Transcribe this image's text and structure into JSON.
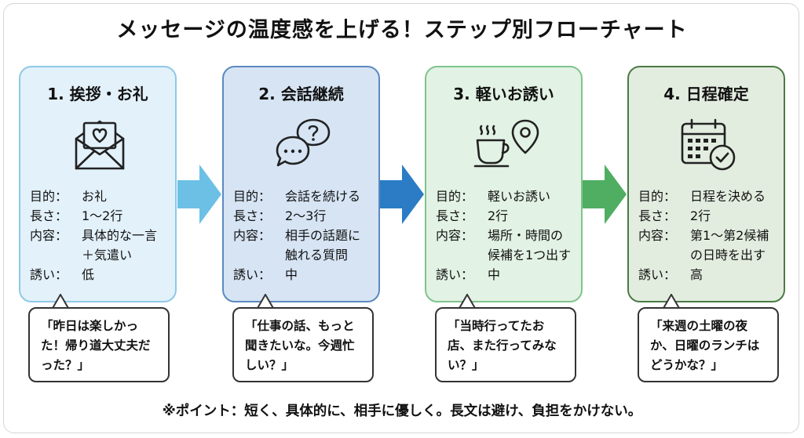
{
  "title": "メッセージの温度感を上げる！ステップ別フローチャート",
  "steps": [
    {
      "title": "1. 挨拶・お礼",
      "icon": "envelope-heart-icon",
      "rows": [
        {
          "label": "目的：",
          "value": "お礼"
        },
        {
          "label": "長さ：",
          "value": "1〜2行"
        },
        {
          "label": "内容：",
          "value": "具体的な一言\n＋気遣い"
        },
        {
          "label": "誘い：",
          "value": "低"
        }
      ],
      "example": "「昨日は楽しかった！帰り道大丈夫だった？」",
      "colors": {
        "fill": "#e3f1fa",
        "border": "#8ec9e6",
        "arrow": "#6cc0e6"
      }
    },
    {
      "title": "2. 会話継続",
      "icon": "speech-bubbles-icon",
      "rows": [
        {
          "label": "目的：",
          "value": "会話を続ける"
        },
        {
          "label": "長さ：",
          "value": "2〜3行"
        },
        {
          "label": "内容：",
          "value": "相手の話題に\n触れる質問"
        },
        {
          "label": "誘い：",
          "value": "中"
        }
      ],
      "example": "「仕事の話、もっと聞きたいな。今週忙しい？」",
      "colors": {
        "fill": "#d6e4f4",
        "border": "#5b89bf",
        "arrow": "#2b7cc4"
      }
    },
    {
      "title": "3. 軽いお誘い",
      "icon": "coffee-location-icon",
      "rows": [
        {
          "label": "目的：",
          "value": "軽いお誘い"
        },
        {
          "label": "長さ：",
          "value": "2行"
        },
        {
          "label": "内容：",
          "value": "場所・時間の\n候補を1つ出す"
        },
        {
          "label": "誘い：",
          "value": "中"
        }
      ],
      "example": "「当時行ってたお店、また行ってみない？」",
      "colors": {
        "fill": "#e2f2e4",
        "border": "#7fc48c",
        "arrow": "#4fae62"
      }
    },
    {
      "title": "4. 日程確定",
      "icon": "calendar-check-icon",
      "rows": [
        {
          "label": "目的：",
          "value": "日程を決める"
        },
        {
          "label": "長さ：",
          "value": "2行"
        },
        {
          "label": "内容：",
          "value": "第1〜第2候補\nの日時を出す"
        },
        {
          "label": "誘い：",
          "value": "高"
        }
      ],
      "example": "「来週の土曜の夜か、日曜のランチはどうかな？」",
      "colors": {
        "fill": "#e3eddf",
        "border": "#4a7a45",
        "arrow": "#3f7d3e"
      }
    }
  ],
  "footer": "※ポイント：短く、具体的に、相手に優しく。長文は避け、負担をかけない。"
}
